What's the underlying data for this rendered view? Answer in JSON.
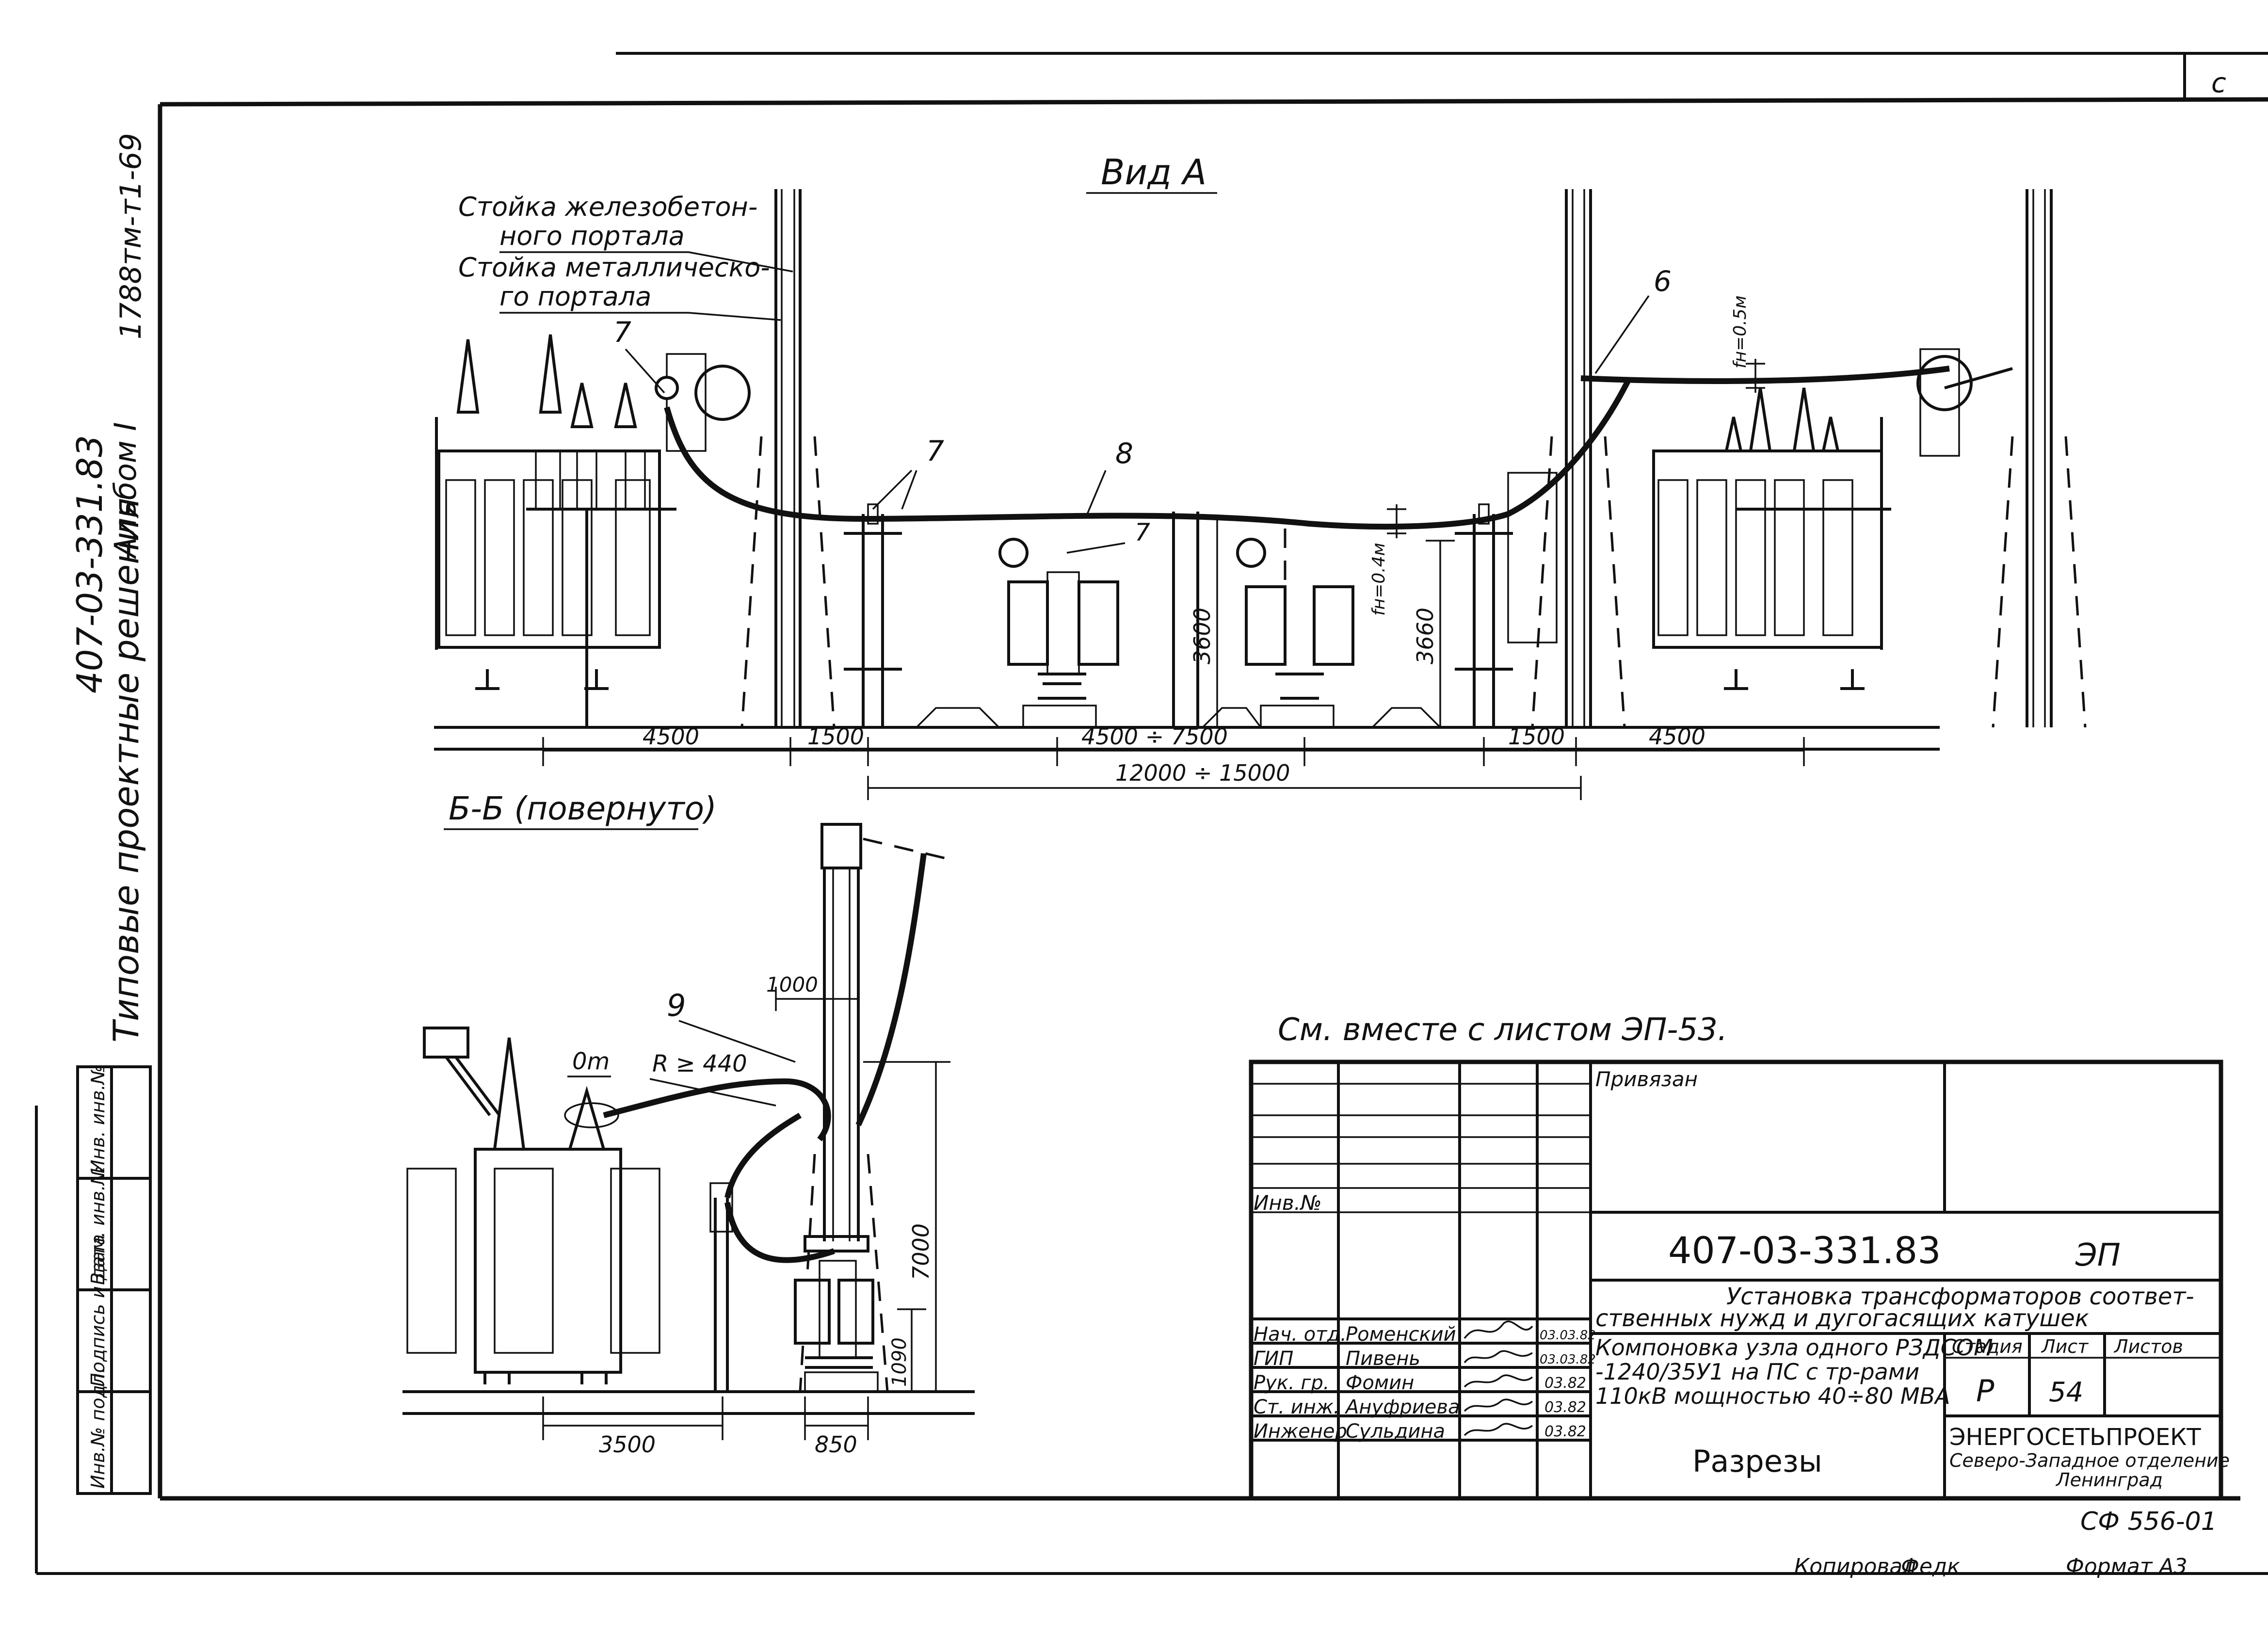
{
  "margin": {
    "top_right_mark": "с",
    "series": "Типовые проектные решения",
    "project_code": "407-03-331.83",
    "album": "Альбом I",
    "archive_no": "1788тм-т1-69",
    "stamp_cells": [
      "Инв.№ подл.",
      "Подпись и дата",
      "Взам. инв.№",
      "Инв. инв.№"
    ]
  },
  "view_a": {
    "title": "Вид А",
    "callouts": {
      "rc_post": [
        "Стойка железобетон-",
        "ного портала"
      ],
      "metal_post": [
        "Стойка металлическо-",
        "го портала"
      ],
      "n7_left": "7",
      "n7_mid": "7",
      "n8": "8",
      "n7_small": "7",
      "n6": "6",
      "sag_left": "fн=0.4м",
      "sag_right": "fн=0.5м"
    },
    "heights": {
      "h_left": "3600",
      "h_right": "3660"
    },
    "dims": {
      "d4500_left": "4500",
      "d1500_left": "1500",
      "d_mid": "4500 ÷ 7500",
      "d1500_right": "1500",
      "d4500_right": "4500",
      "d_total": "12000 ÷ 15000"
    }
  },
  "section_bb": {
    "title": "Б-Б (повернуто)",
    "n9": "9",
    "d1000": "1000",
    "label_0m": "0m",
    "radius": "R ≥ 440",
    "h7000": "7000",
    "h1090": "1090",
    "d3500": "3500",
    "d850": "850"
  },
  "note": "См. вместе с листом ЭП-53.",
  "title_block": {
    "privyazan": "Привязан",
    "inv_no": "Инв.№",
    "code": "407-03-331.83",
    "mark": "ЭП",
    "subject": [
      "Установка трансформаторов соответ-",
      "ственных нужд и дугогасящих катушек"
    ],
    "sheet_title": [
      "Компоновка узла одного РЗДСОМ",
      "-1240/35У1 на ПС с тр-рами",
      "110кВ мощностью 40÷80 МВА"
    ],
    "drawing_name": "Разрезы",
    "stage_header": "Стадия",
    "sheet_header": "Лист",
    "sheets_header": "Листов",
    "stage": "Р",
    "sheet": "54",
    "sheets": "",
    "org": [
      "ЭНЕРГОСЕТЬПРОЕКТ",
      "Северо-Западное отделение",
      "Ленинград"
    ],
    "staff": [
      {
        "role": "Нач. отд.",
        "name": "Роменский",
        "date": "03.03.82"
      },
      {
        "role": "ГИП",
        "name": "Пивень",
        "date": "03.03.82"
      },
      {
        "role": "Рук. гр.",
        "name": "Фомин",
        "date": "03.82"
      },
      {
        "role": "Ст. инж.",
        "name": "Ануфриева",
        "date": "03.82"
      },
      {
        "role": "Инженер",
        "name": "Сульдина",
        "date": "03.82"
      }
    ]
  },
  "footer": {
    "code": "СФ 556-01",
    "copied": "Копировал",
    "copier": "Федк",
    "format": "Формат А3"
  }
}
